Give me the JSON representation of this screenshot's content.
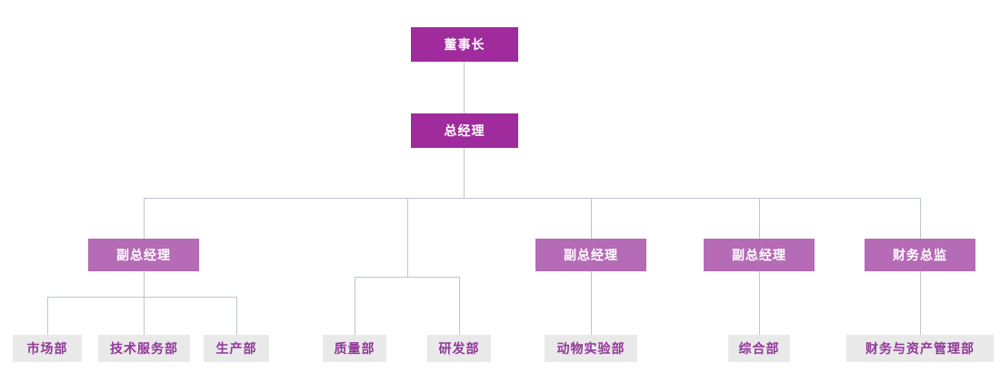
{
  "org_chart": {
    "level1": {
      "label": "董事长"
    },
    "level2": {
      "label": "总经理"
    },
    "level3": [
      {
        "label": "副总经理"
      },
      {
        "label": "副总经理"
      },
      {
        "label": "副总经理"
      },
      {
        "label": "财务总监"
      }
    ],
    "level4": [
      {
        "label": "市场部"
      },
      {
        "label": "技术服务部"
      },
      {
        "label": "生产部"
      },
      {
        "label": "质量部"
      },
      {
        "label": "研发部"
      },
      {
        "label": "动物实验部"
      },
      {
        "label": "综合部"
      },
      {
        "label": "财务与资产管理部"
      }
    ],
    "colors": {
      "executive_box": "#a02b9c",
      "manager_box": "#b56bb5",
      "department_box": "#e9e9e9",
      "department_text": "#93379a",
      "connector_line": "#b9c7d0"
    }
  }
}
